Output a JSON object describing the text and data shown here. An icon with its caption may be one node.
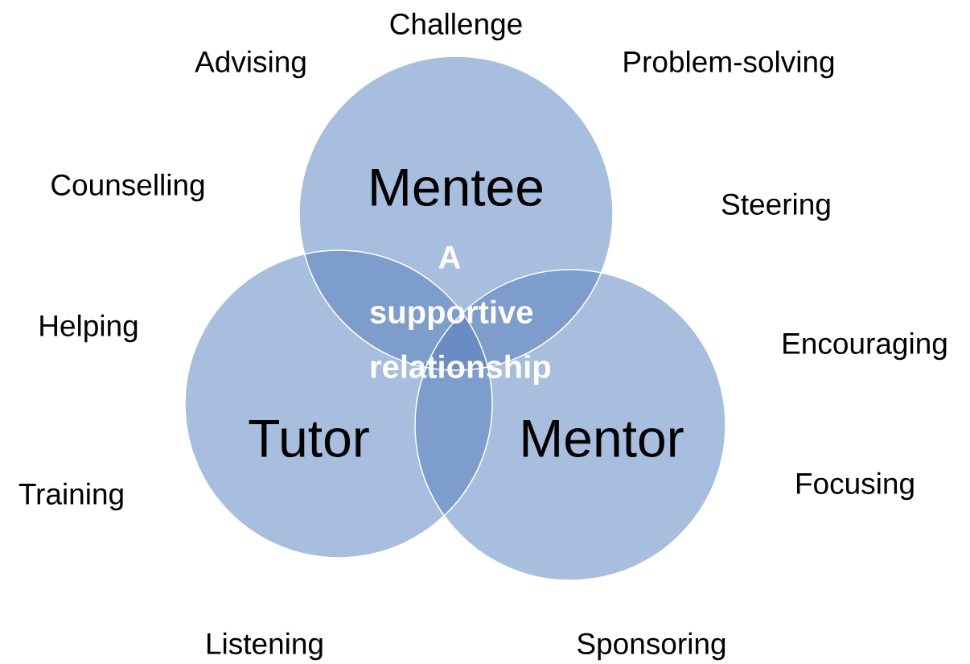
{
  "diagram": {
    "nodes": [
      {
        "text": [
          "Mentee"
        ]
      },
      {
        "text": [
          "Tutor"
        ]
      },
      {
        "text": [
          "Mentor"
        ]
      }
    ],
    "edges": [],
    "labels": [
      "Challenge",
      "Advising",
      "Problem-solving",
      "Counselling",
      "Steering",
      "A supportive relationship",
      "Helping",
      "Encouraging",
      "Training",
      "Focusing",
      "Listening",
      "Sponsoring"
    ]
  }
}
